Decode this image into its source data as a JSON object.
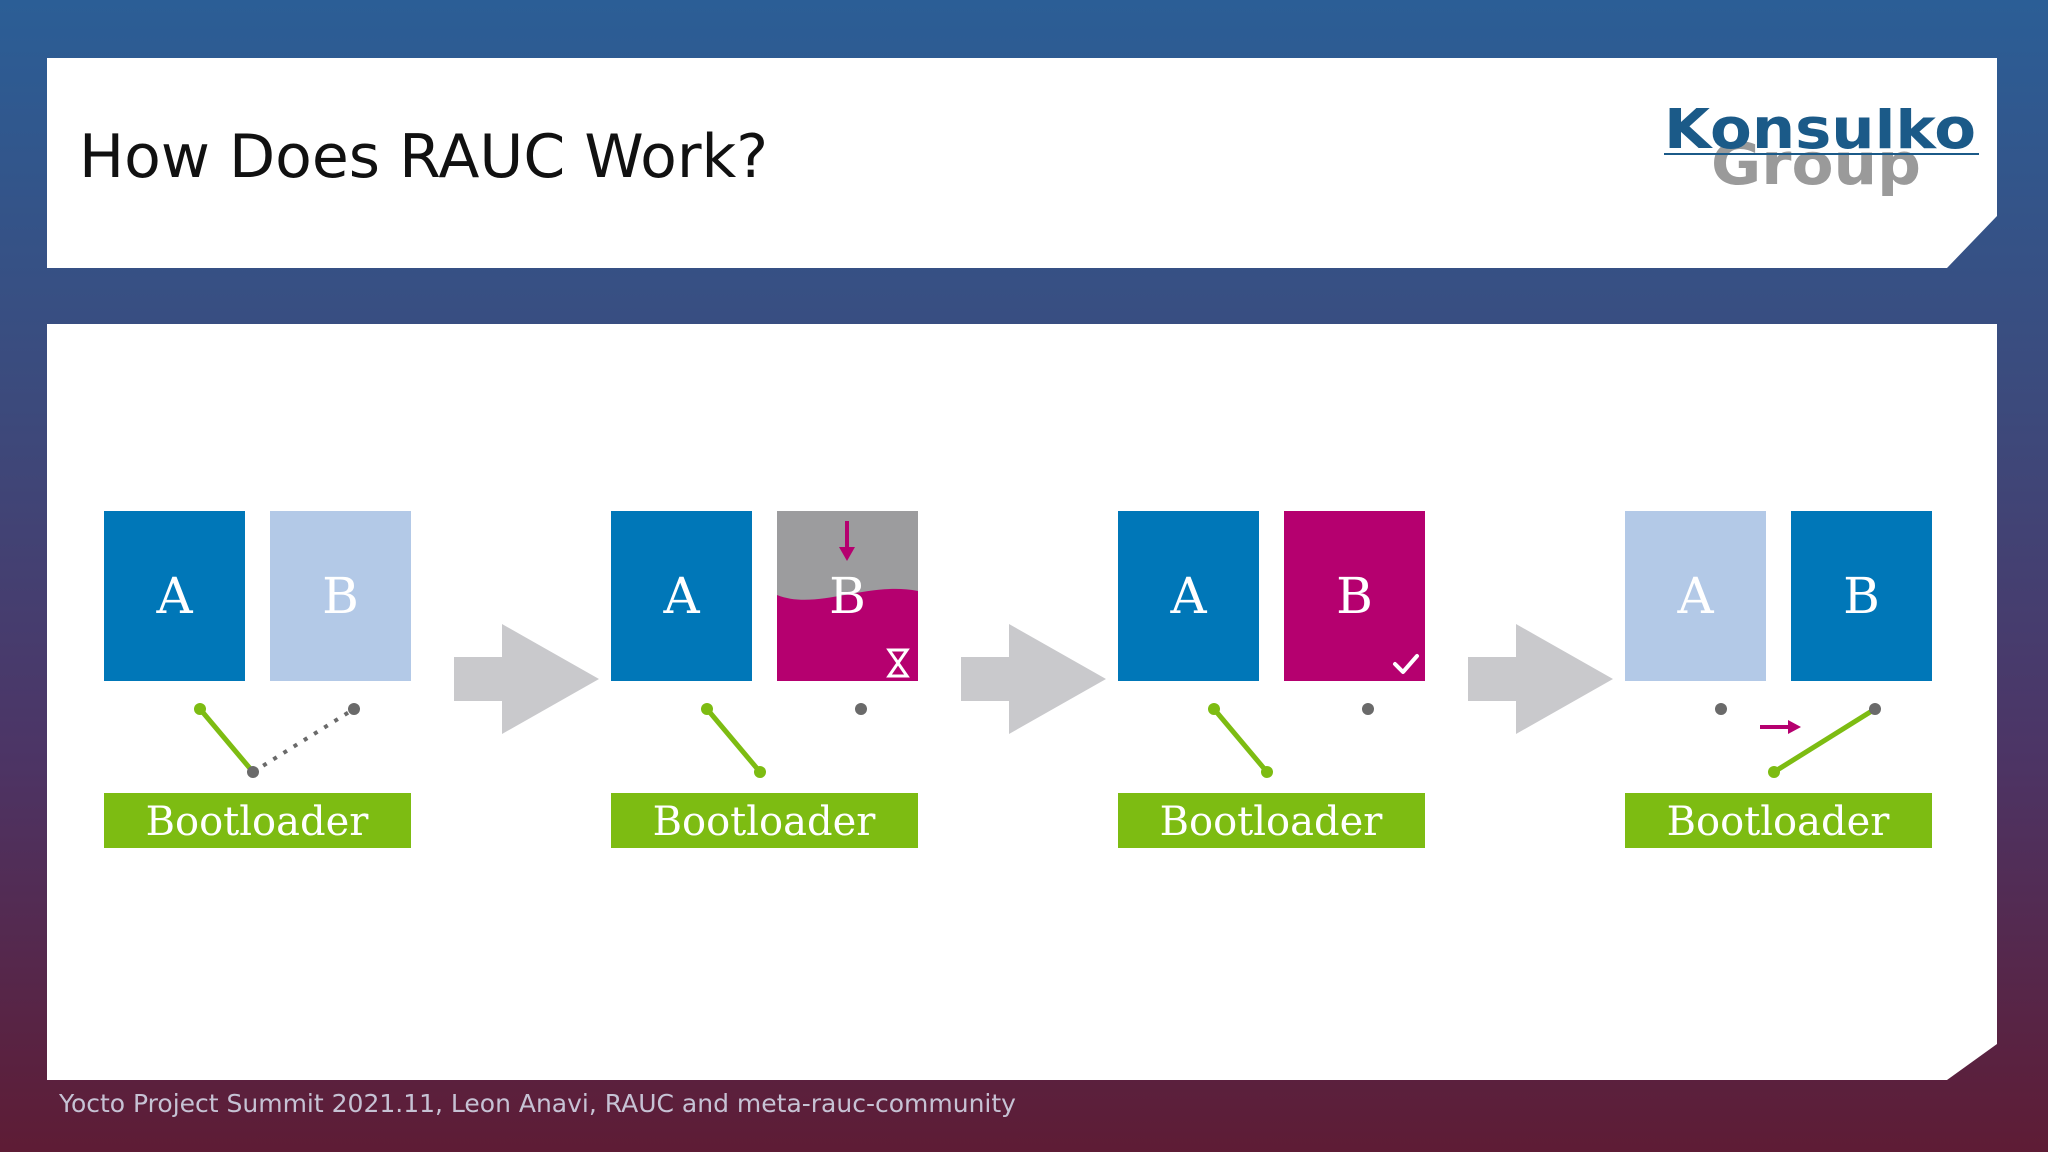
{
  "slide": {
    "title": "How Does RAUC Work?",
    "footer": "Yocto Project Summit 2021.11, Leon Anavi, RAUC and meta-rauc-community"
  },
  "logo": {
    "line1": "Konsulko",
    "line2": "Group",
    "colors": {
      "primary": "#1b5a88",
      "secondary": "#9a9a9a"
    }
  },
  "colors": {
    "active_slot": "#0077b8",
    "inactive_slot": "#b3c9e7",
    "updating_slot": "#b5006f",
    "empty_slot": "#9c9c9e",
    "bootloader": "#7dbc12",
    "arrow": "#c9c9cc",
    "dot": "#6a6a6a"
  },
  "diagram": {
    "stages": [
      {
        "slot_a": {
          "label": "A",
          "state": "active"
        },
        "slot_b": {
          "label": "B",
          "state": "inactive"
        },
        "bootloader": "Bootloader",
        "boot_target": "A",
        "indicator": "boot-a-b-fallback"
      },
      {
        "slot_a": {
          "label": "A",
          "state": "active"
        },
        "slot_b": {
          "label": "B",
          "state": "installing"
        },
        "bootloader": "Bootloader",
        "boot_target": "A",
        "indicator": "hourglass-icon"
      },
      {
        "slot_a": {
          "label": "A",
          "state": "active"
        },
        "slot_b": {
          "label": "B",
          "state": "installed"
        },
        "bootloader": "Bootloader",
        "boot_target": "A",
        "indicator": "checkmark-icon"
      },
      {
        "slot_a": {
          "label": "A",
          "state": "inactive"
        },
        "slot_b": {
          "label": "B",
          "state": "active"
        },
        "bootloader": "Bootloader",
        "boot_target": "B",
        "indicator": "switch-arrow-icon"
      }
    ]
  }
}
